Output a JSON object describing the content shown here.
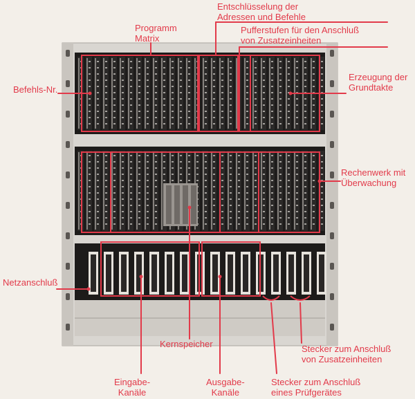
{
  "colors": {
    "label": "#e23a4a",
    "paper": "#f3efe9",
    "rack": "#d9d6d1",
    "panel": "#1d1b1a",
    "card": "#2b2928",
    "card_light": "#cfcac3"
  },
  "labels": {
    "program_matrix": "Programm\nMatrix",
    "decoding": "Entschlüsselung der\nAdressen und Befehle",
    "buffer": "Pufferstufen für den Anschluß\nvon Zusatzeinheiten",
    "befehls_nr": "Befehls-Nr.",
    "clock": "Erzeugung der\nGrundtakte",
    "alu": "Rechenwerk mit\nÜberwachung",
    "power": "Netzanschluß",
    "core_memory": "Kernspeicher",
    "ext_connectors": "Stecker zum Anschluß\nvon Zusatzeinheiten",
    "input_channels": "Eingabe-\nKanäle",
    "output_channels": "Ausgabe-\nKanäle",
    "test_connectors": "Stecker zum Anschluß\neines Prüfgerätes"
  }
}
